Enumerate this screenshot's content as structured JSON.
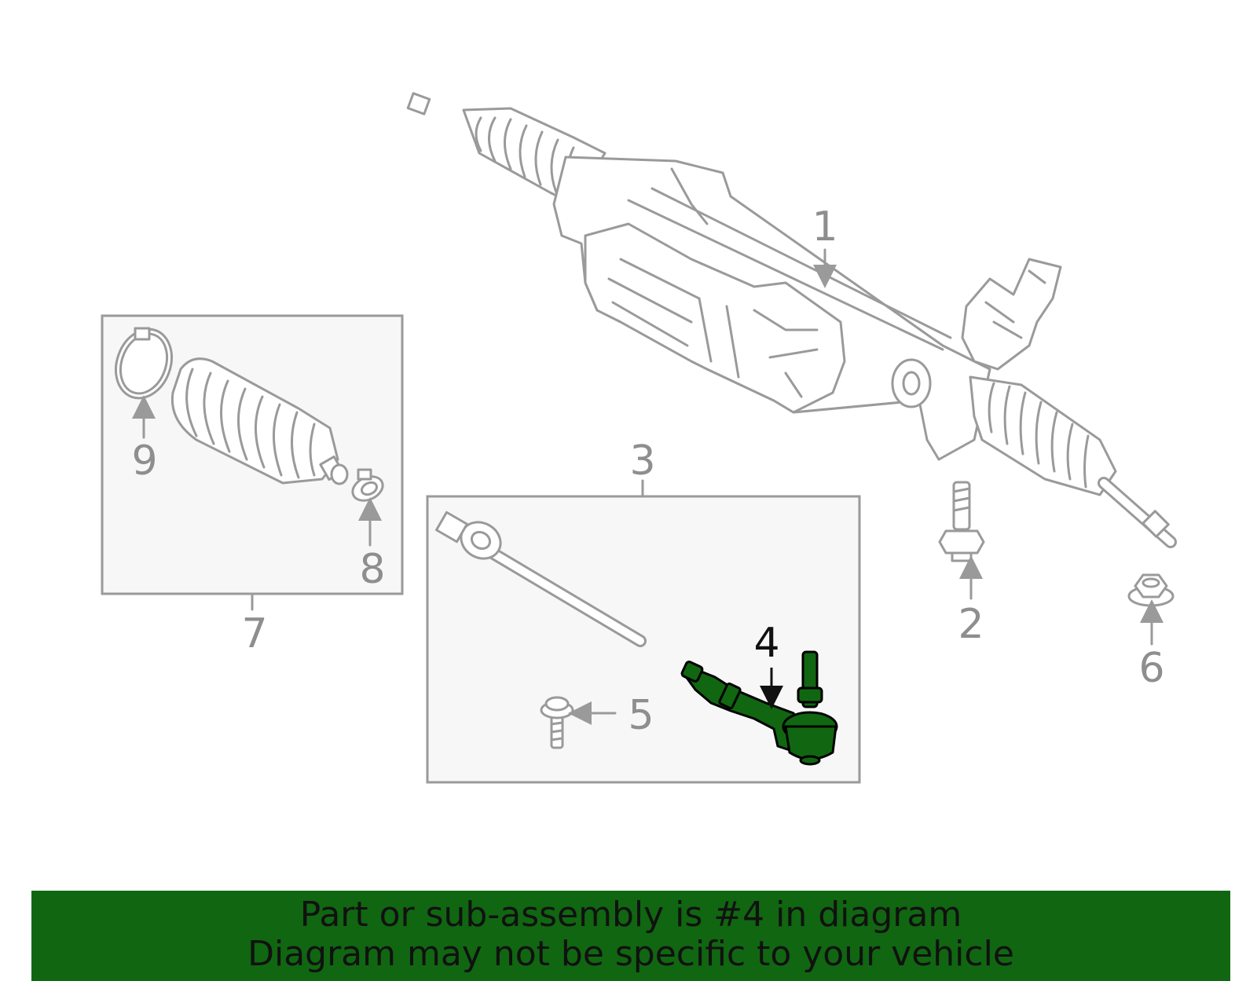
{
  "diagram": {
    "highlight_color": "#116611",
    "outline_color": "#9a9a9a",
    "callouts": {
      "c1": "1",
      "c2": "2",
      "c3": "3",
      "c4": "4",
      "c5": "5",
      "c6": "6",
      "c7": "7",
      "c8": "8",
      "c9": "9"
    },
    "highlighted_part": "4"
  },
  "banner": {
    "line1": "Part or sub-assembly is #4 in diagram",
    "line2": "Diagram may not be specific to your vehicle",
    "background": "#116611"
  }
}
